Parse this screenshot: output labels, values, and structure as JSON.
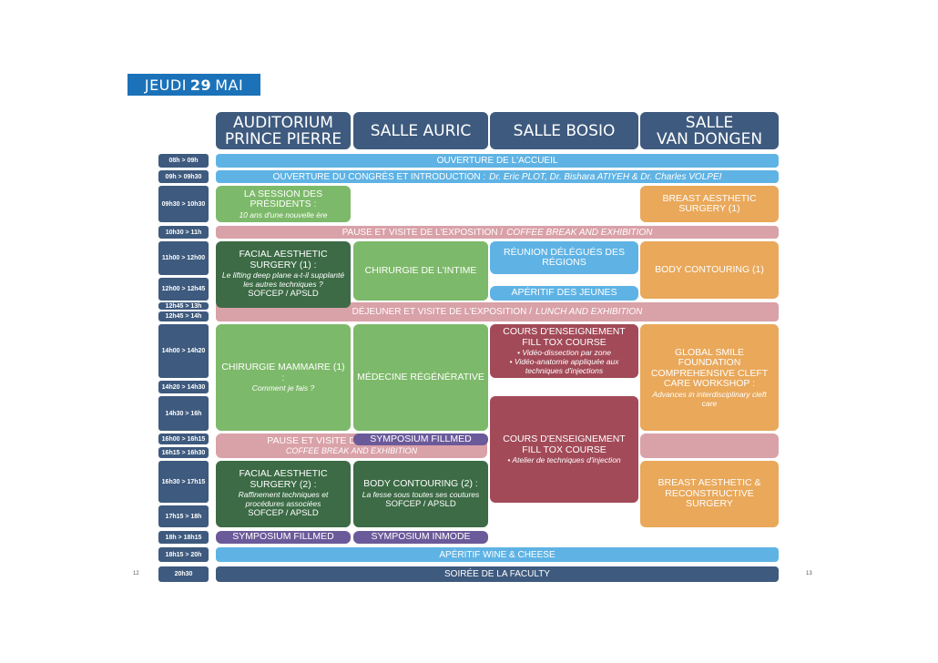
{
  "day": {
    "label": "JEUDI",
    "number": "29",
    "month": "MAI"
  },
  "rooms": [
    {
      "line1": "AUDITORIUM",
      "line2": "PRINCE PIERRE"
    },
    {
      "line1": "SALLE AURIC",
      "line2": ""
    },
    {
      "line1": "SALLE BOSIO",
      "line2": ""
    },
    {
      "line1": "SALLE",
      "line2": "VAN DONGEN"
    }
  ],
  "times": [
    "08h > 09h",
    "09h > 09h30",
    "09h30 > 10h30",
    "10h30 > 11h",
    "11h00 > 12h00",
    "12h00 > 12h45",
    "12h45 > 13h",
    "12h45 > 14h",
    "14h00 > 14h20",
    "14h20 > 14h30",
    "14h30 > 16h",
    "16h00 > 16h15",
    "16h15 > 16h30",
    "16h30 > 17h15",
    "17h15 > 18h",
    "18h > 18h15",
    "18h15 > 20h",
    "20h30"
  ],
  "bands": {
    "accueil": "OUVERTURE DE L'ACCUEIL",
    "ouverture_main": "OUVERTURE DU CONGRÈS ET INTRODUCTION :",
    "ouverture_it": "Dr. Eric PLOT, Dr. Bishara ATIYEH & Dr. Charles VOLPEI",
    "pause1_main": "PAUSE ET VISITE DE L'EXPOSITION /",
    "pause1_it": "COFFEE BREAK AND EXHIBITION",
    "dejeuner_main": "DÉJEUNER ET VISITE DE L'EXPOSITION /",
    "dejeuner_it": "LUNCH AND EXHIBITION",
    "aperitif_wine": "APÉRITIF WINE & CHEESE",
    "soiree": "SOIRÉE DE LA FACULTY"
  },
  "sessions": {
    "presidents_title": "LA SESSION DES PRÉSIDENTS :",
    "presidents_sub": "10 ans d'une nouvelle ère",
    "breast1": "BREAST AESTHETIC SURGERY (1)",
    "facial1_title": "FACIAL AESTHETIC SURGERY (1) :",
    "facial1_sub": "Le lifting deep plane a-t-il supplanté les autres techniques ?",
    "facial1_org": "SOFCEP / APSLD",
    "intime": "CHIRURGIE DE L'INTIME",
    "reunion": "RÉUNION DÉLÉGUÉS DES RÉGIONS",
    "body1": "BODY CONTOURING (1)",
    "aperitif_jeunes": "APÉRITIF DES JEUNES",
    "cours1_title": "COURS D'ENSEIGNEMENT FILL TOX COURSE",
    "cours1_b1": "• Vidéo-dissection par zone",
    "cours1_b2": "• Vidéo-anatomie appliquée aux techniques d'injections",
    "mammaire_title": "CHIRURGIE MAMMAIRE (1) :",
    "mammaire_sub": "Comment je fais ?",
    "regen": "MÉDECINE RÉGÉNÉRATIVE",
    "global_title": "GLOBAL SMILE FOUNDATION COMPREHENSIVE CLEFT CARE WORKSHOP :",
    "global_sub": "Advances in interdisciplinary cleft care",
    "cours2_title": "COURS D'ENSEIGNEMENT FILL TOX COURSE",
    "cours2_b1": "• Atelier de techniques d'injection",
    "symp_fillmed_auric": "SYMPOSIUM FILLMED",
    "pause2_main": "PAUSE ET VISITE DE L'EXPOSITION /",
    "pause2_it": "COFFEE BREAK AND EXHIBITION",
    "facial2_title": "FACIAL AESTHETIC SURGERY (2) :",
    "facial2_sub": "Raffinement techniques et procédures associées",
    "facial2_org": "SOFCEP / APSLD",
    "body2_title": "BODY CONTOURING (2) :",
    "body2_sub": "La fesse sous toutes ses coutures",
    "body2_org": "SOFCEP / APSLD",
    "breast_recon": "BREAST AESTHETIC & RECONSTRUCTIVE SURGERY",
    "symp_fillmed_aud": "SYMPOSIUM FILLMED",
    "symp_inmode": "SYMPOSIUM INMODE"
  },
  "page_numbers": {
    "left": "12",
    "right": "13"
  },
  "colors": {
    "navy": "#3e5a7e",
    "lightblue": "#5fb3e4",
    "pink": "#d9a1a8",
    "green": "#7db96a",
    "darkgreen": "#3c6b45",
    "orange": "#e9a85a",
    "purple": "#6b5a9a",
    "wine": "#a24a58",
    "day": "#1b72b8"
  }
}
